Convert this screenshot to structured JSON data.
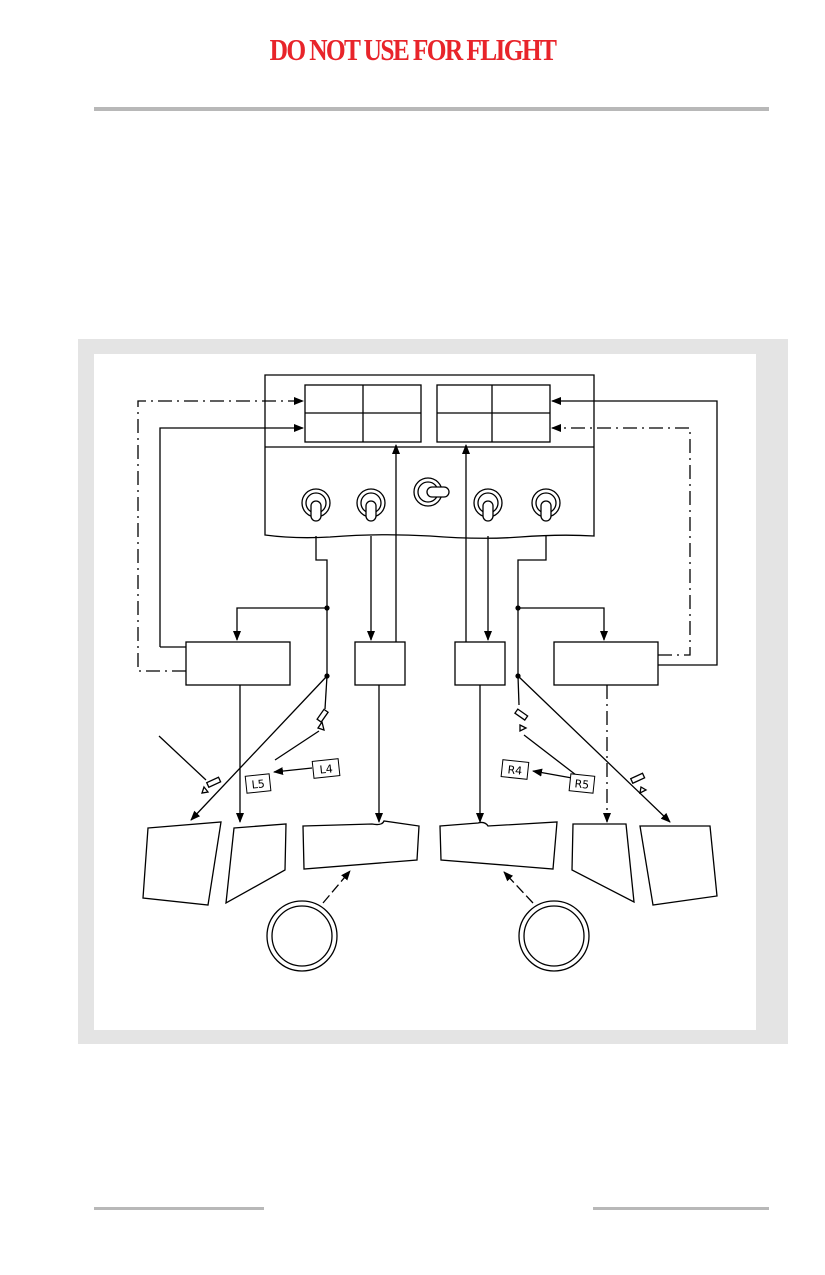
{
  "header": {
    "banner_text": "DO NOT USE FOR FLIGHT",
    "banner_color": "#e8242a"
  },
  "diagram": {
    "left_tags": [
      "L5",
      "L4"
    ],
    "right_tags": [
      "R4",
      "R5"
    ]
  }
}
